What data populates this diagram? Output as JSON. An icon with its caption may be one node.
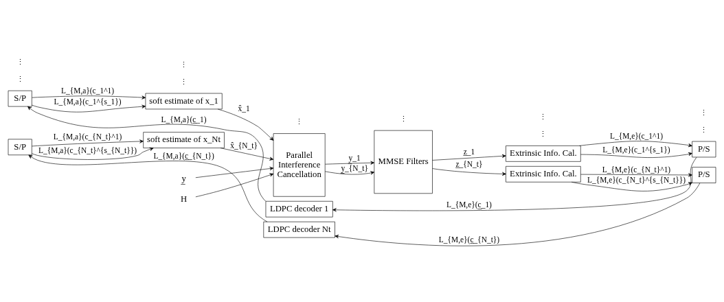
{
  "diagram": {
    "nodes": [
      {
        "text": [
          "S/P"
        ]
      },
      {
        "text": [
          "soft estimate of x_1"
        ]
      },
      {
        "text": [
          "y̲"
        ]
      },
      {
        "text": [
          "H"
        ]
      },
      {
        "text": [
          "Parallel Interference Cancellation"
        ]
      },
      {
        "text": [
          "MMSE Filters"
        ]
      },
      {
        "text": [
          "Extrinsic Info. Cal."
        ]
      },
      {
        "text": [
          "P/S"
        ]
      },
      {
        "text": [
          "S/P"
        ]
      },
      {
        "text": [
          "soft estimate of x_Nt"
        ]
      },
      {
        "text": [
          "Extrinsic Info. Cal."
        ]
      },
      {
        "text": [
          "P/S"
        ]
      },
      {
        "text": [
          "LDPC decoder 1"
        ]
      },
      {
        "text": [
          "LDPC decoder Nt"
        ]
      }
    ],
    "edges": [
      {
        "from": 0,
        "to": 1,
        "arrow": "to",
        "label": "L_{M,a}(c_1^1)"
      },
      {
        "from": 0,
        "to": 1,
        "arrow": "to",
        "label": "L_{M,a}(c_1^{s_1})"
      },
      {
        "from": 1,
        "to": 4,
        "arrow": "to",
        "label": "x̂_1"
      },
      {
        "from": 2,
        "to": 4,
        "arrow": "to"
      },
      {
        "from": 3,
        "to": 4,
        "arrow": "to"
      },
      {
        "from": 4,
        "to": 5,
        "arrow": "to",
        "label": "y̲_1"
      },
      {
        "from": 5,
        "to": 6,
        "arrow": "to",
        "label": "z̲_1"
      },
      {
        "from": 6,
        "to": 7,
        "arrow": "to",
        "label": "L_{M,e}(c_1^1)"
      },
      {
        "from": 6,
        "to": 7,
        "arrow": "to",
        "label": "L_{M,e}(c_1^{s_1})"
      },
      {
        "from": 8,
        "to": 9,
        "arrow": "to",
        "label": "L_{M,a}(c_{N_t}^1)"
      },
      {
        "from": 8,
        "to": 9,
        "arrow": "to",
        "label": "L_{M,a}(c_{N_t}^{s_{N_t}})"
      },
      {
        "from": 9,
        "to": 4,
        "arrow": "to",
        "label": "x̂_{N_t}"
      },
      {
        "from": 4,
        "to": 5,
        "arrow": "to",
        "label": "y̲_{N_t}"
      },
      {
        "from": 5,
        "to": 10,
        "arrow": "to",
        "label": "z̲_{N_t}"
      },
      {
        "from": 10,
        "to": 11,
        "arrow": "to",
        "label": "L_{M,e}(c_{N_t}^1)"
      },
      {
        "from": 10,
        "to": 11,
        "arrow": "to",
        "label": "L_{M,e}(c_{N_t}^{s_{N_t}})"
      },
      {
        "from": 7,
        "to": 12,
        "arrow": "to",
        "label": "L_{M,e}(c̲_1)"
      },
      {
        "from": 12,
        "to": 0,
        "arrow": "to",
        "label": "L_{M,a}(c̲_1)"
      },
      {
        "from": 11,
        "to": 13,
        "arrow": "to",
        "label": "L_{M,e}(c̲_{N_t})"
      },
      {
        "from": 13,
        "to": 8,
        "arrow": "to",
        "label": "L_{M,a}(c̲_{N_t})"
      }
    ],
    "labels": [
      "⋮",
      "⋮",
      "⋮",
      "⋮",
      "⋮",
      "⋮",
      "⋮",
      "⋮",
      "⋮",
      "⋮"
    ]
  }
}
